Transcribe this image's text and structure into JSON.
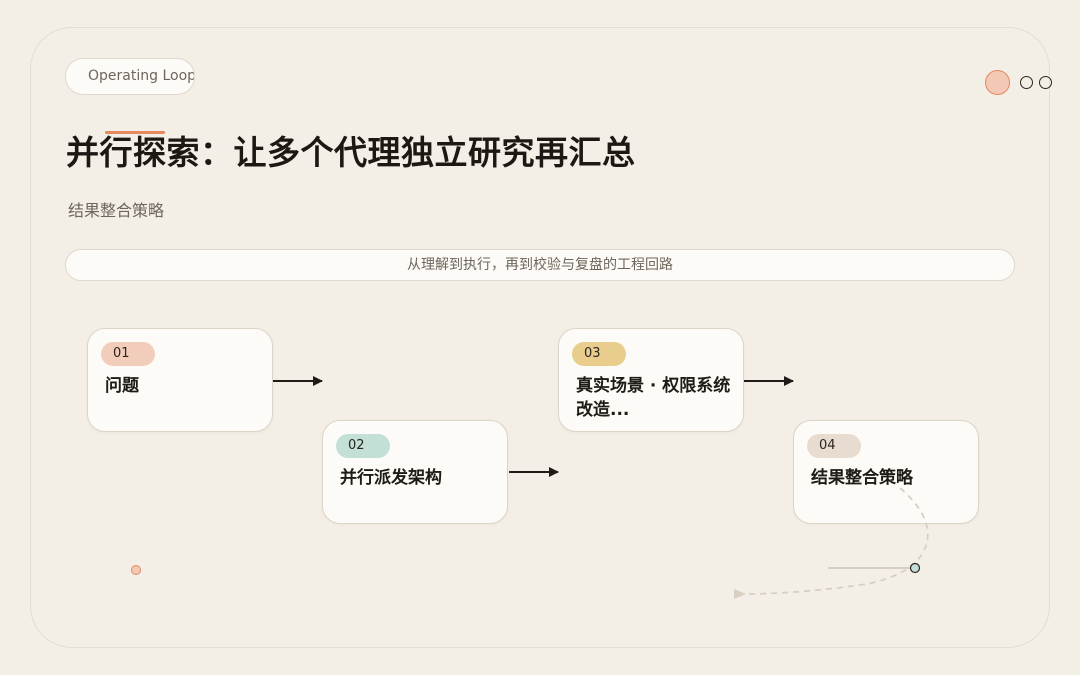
{
  "header": {
    "tag": "Operating Loop",
    "title": "并行探索：让多个代理独立研究再汇总",
    "subtitle": "结果整合策略",
    "banner": "从理解到执行，再到校验与复盘的工程回路"
  },
  "steps": [
    {
      "number": "01",
      "label": "问题",
      "badge_color": "#f3cdbb"
    },
    {
      "number": "02",
      "label": "并行派发架构",
      "badge_color": "#c3e0d7"
    },
    {
      "number": "03",
      "label": "真实场景 · 权限系统改造...",
      "badge_color": "#e8cd8c"
    },
    {
      "number": "04",
      "label": "结果整合策略",
      "badge_color": "#e8dcd0"
    }
  ],
  "colors": {
    "background": "#f4efe6",
    "accent": "#e7875e",
    "text": "#1f1b16",
    "muted": "#6e665b"
  }
}
